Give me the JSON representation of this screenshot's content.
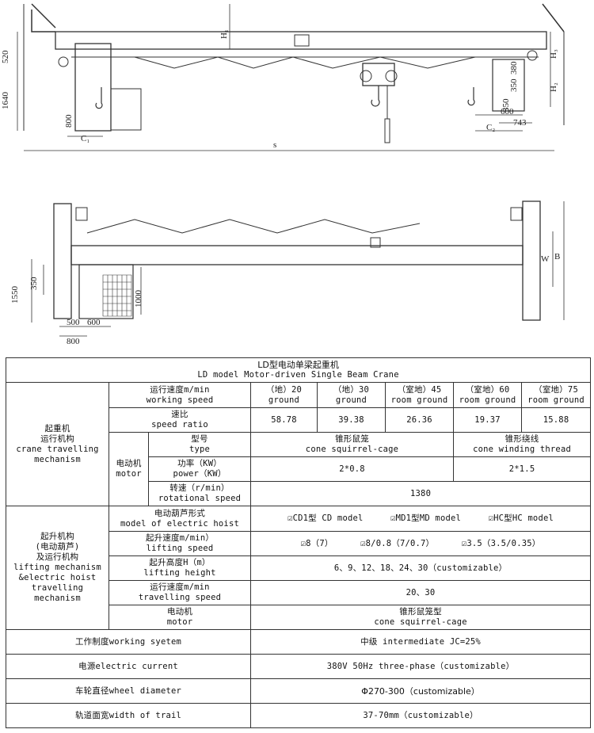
{
  "drawing_top": {
    "dims": {
      "h1": "H₁",
      "h_right": "H₃",
      "h2": "H₂",
      "d520": "520",
      "d1640": "1640",
      "d800": "800",
      "c1": "C₁",
      "c2": "C₂",
      "s": "s",
      "d350a": "350",
      "d350b": "350",
      "d380": "380",
      "d600": "600",
      "d743": "743"
    }
  },
  "drawing_bottom": {
    "dims": {
      "d1550": "1550",
      "d350": "350",
      "d1000": "1000",
      "d500": "500",
      "d600": "600",
      "d800": "800",
      "w": "W",
      "b": "B"
    }
  },
  "table": {
    "title_cn": "LD型电动单梁起重机",
    "title_en": "LD model Motor-driven Single Beam Crane",
    "crane": {
      "section": [
        "起重机",
        "运行机构",
        "crane travelling",
        "mechanism"
      ],
      "speed_label": [
        "运行速度m/min",
        "working speed"
      ],
      "speed_values": [
        [
          "（地）20",
          "ground"
        ],
        [
          "（地）30",
          "ground"
        ],
        [
          "（室地）45",
          "room ground"
        ],
        [
          "（室地）60",
          "room ground"
        ],
        [
          "（室地）75",
          "room ground"
        ]
      ],
      "ratio_label": [
        "速比",
        "speed ratio"
      ],
      "ratio_values": [
        "58.78",
        "39.38",
        "26.36",
        "19.37",
        "15.88"
      ],
      "motor_label": [
        "电动机",
        "motor"
      ],
      "type_label": [
        "型号",
        "type"
      ],
      "type_values": [
        [
          "锥形鼠笼",
          "cone squirrel-cage"
        ],
        [
          "锥形绕线",
          "cone winding thread"
        ]
      ],
      "power_label": [
        "功率（KW）",
        "power（KW）"
      ],
      "power_values": [
        "2*0.8",
        "2*1.5"
      ],
      "rot_label": [
        "转速（r/min）",
        "rotational speed"
      ],
      "rot_value": "1380"
    },
    "lifting": {
      "section": [
        "起升机构",
        "(电动葫芦)",
        "及运行机构",
        "lifting mechanism",
        "&electric hoist",
        "travelling",
        "mechanism"
      ],
      "hoist_label": [
        "电动葫芦形式",
        "model of  electric hoist"
      ],
      "hoist_values": [
        "☑CD1型 CD model",
        "☑MD1型MD model",
        "☑HC型HC model"
      ],
      "lspeed_label": [
        "起升速度m/min）",
        "lifting speed"
      ],
      "lspeed_values": [
        "☑8（7）",
        "☑8/0.8（7/0.7）",
        "☑3.5（3.5/0.35）"
      ],
      "height_label": [
        "起升高度H（m）",
        "lifting height"
      ],
      "height_value": "6、9、12、18、24、30（customizable）",
      "tspeed_label": [
        "运行速度m/min",
        "travelling speed"
      ],
      "tspeed_value": "20、30",
      "motor_label": [
        "电动机",
        "motor"
      ],
      "motor_value": [
        "锥形鼠笼型",
        "cone squirrel-cage"
      ]
    },
    "rows": [
      {
        "label": "工作制度working syetem",
        "value": "中级 intermediate JC=25%"
      },
      {
        "label": "电源electric current",
        "value": "380V 50Hz three-phase（customizable）"
      },
      {
        "label": "车轮直径wheel diameter",
        "value": "Φ270-300（customizable）"
      },
      {
        "label": "轨道面宽width of trail",
        "value": "37-70mm（customizable）"
      }
    ]
  }
}
